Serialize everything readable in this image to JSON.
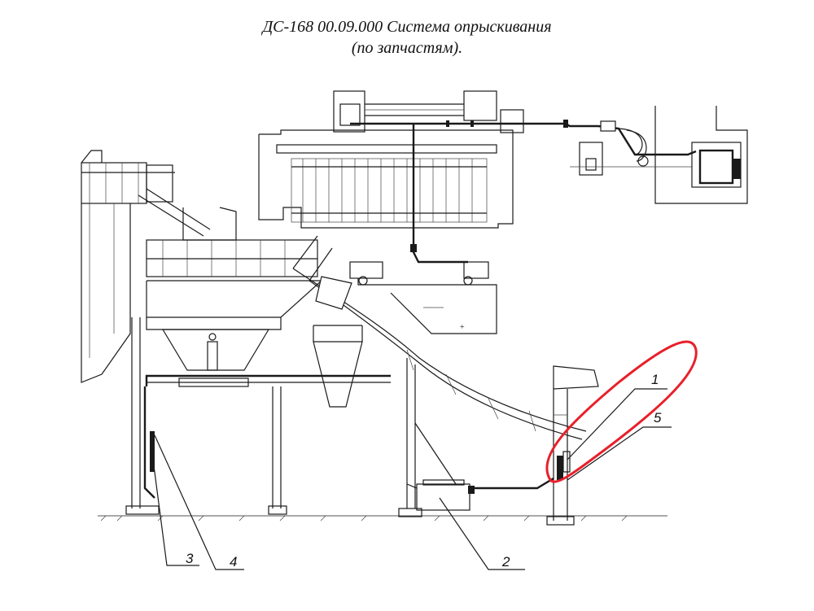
{
  "title": {
    "line1": "ДС-168 00.09.000 Система опрыскивания",
    "line2": "(по запчастям)."
  },
  "callouts": [
    {
      "id": "1",
      "label": "1"
    },
    {
      "id": "5",
      "label": "5"
    },
    {
      "id": "2",
      "label": "2"
    },
    {
      "id": "3",
      "label": "3"
    },
    {
      "id": "4",
      "label": "4"
    }
  ],
  "highlight_color": "#e8202a"
}
